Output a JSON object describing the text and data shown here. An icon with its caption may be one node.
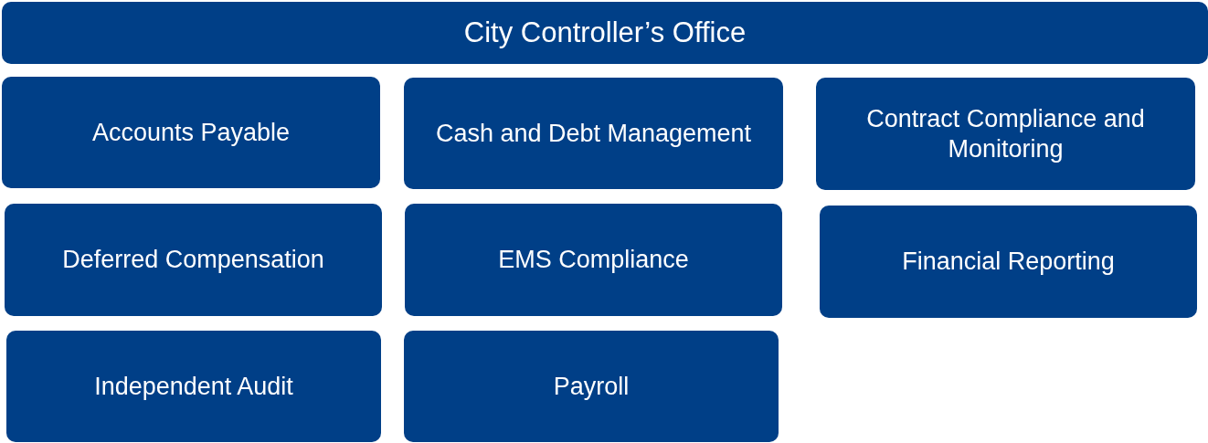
{
  "diagram": {
    "nodes": [
      {
        "text": [
          "City Controller’s Office"
        ]
      },
      {
        "text": [
          "Accounts Payable"
        ]
      },
      {
        "text": [
          "Cash and Debt Management"
        ]
      },
      {
        "text": [
          "Contract Compliance and Monitoring"
        ]
      },
      {
        "text": [
          "Deferred Compensation"
        ]
      },
      {
        "text": [
          "EMS Compliance"
        ]
      },
      {
        "text": [
          "Financial Reporting"
        ]
      },
      {
        "text": [
          "Independent Audit"
        ]
      },
      {
        "text": [
          "Payroll"
        ]
      }
    ]
  }
}
